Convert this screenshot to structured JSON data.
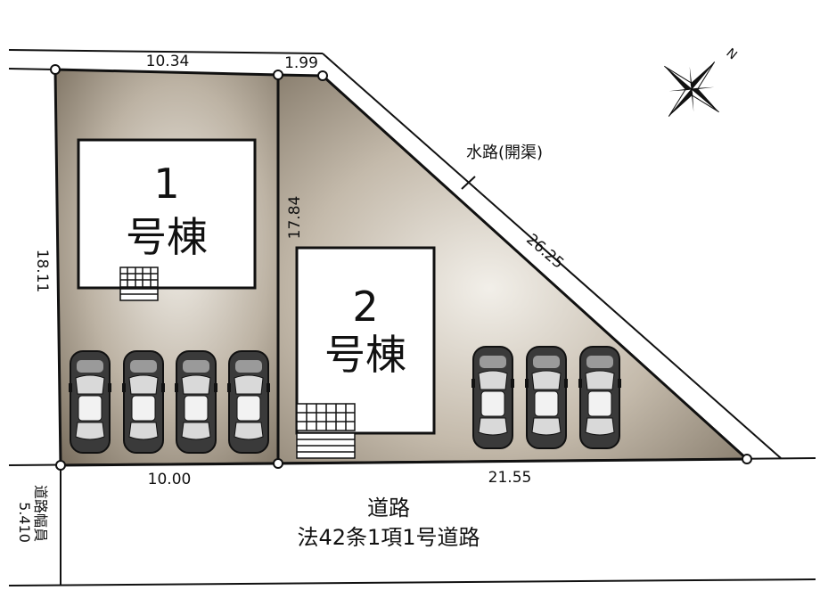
{
  "colors": {
    "lot_dark": "#7a6f5f",
    "lot_light": "#f2efe9",
    "outline": "#111111",
    "house_fill": "#ffffff"
  },
  "dimensions": {
    "top_left": "10.34",
    "top_right": "1.99",
    "left_side": "18.11",
    "middle_divider": "17.84",
    "diagonal": "26.25",
    "bottom_left": "10.00",
    "bottom_right": "21.55"
  },
  "labels": {
    "waterway": "水路(開渠)",
    "road_name": "道路",
    "road_type": "法42条1項1号道路",
    "road_width_title": "道路幅員",
    "road_width_value": "5.410"
  },
  "buildings": [
    {
      "number": "1",
      "name": "号棟"
    },
    {
      "number": "2",
      "name": "号棟"
    }
  ],
  "compass": {
    "north_label": "N"
  }
}
